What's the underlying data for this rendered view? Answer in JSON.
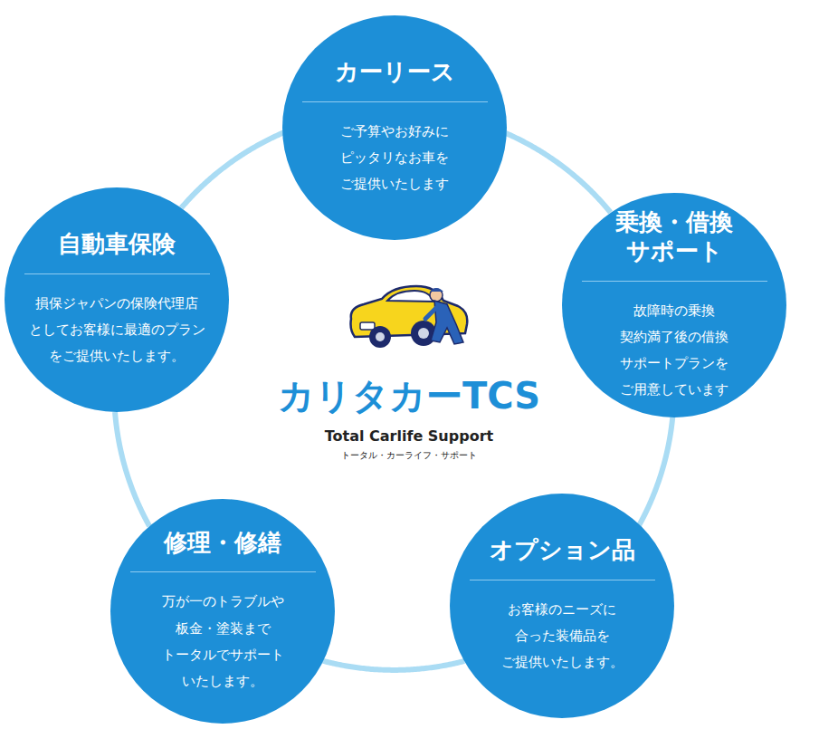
{
  "diagram": {
    "nodes": [
      {
        "text": [
          "カーリース",
          "ご予算やお好みに ピッタリなお車を ご提供いたします"
        ]
      },
      {
        "text": [
          "乗換・借換 サポート",
          "故障時の乗換 契約満了後の借換 サポートプランを ご用意しています"
        ]
      },
      {
        "text": [
          "オプション品",
          "お客様のニーズに 合った装備品を ご提供いたします。"
        ]
      },
      {
        "text": [
          "修理・修繕",
          "万が一のトラブルや 板金・塗装まで トータルでサポート いたします。"
        ]
      },
      {
        "text": [
          "自動車保険",
          "損保ジャパンの保険代理店 としてお客様に最適のプラン をご提供いたします。"
        ]
      }
    ],
    "edges": [
      {
        "from": 0,
        "to": 1,
        "arrow": "none"
      },
      {
        "from": 1,
        "to": 2,
        "arrow": "none"
      },
      {
        "from": 2,
        "to": 3,
        "arrow": "none"
      },
      {
        "from": 3,
        "to": 4,
        "arrow": "none"
      },
      {
        "from": 4,
        "to": 0,
        "arrow": "none"
      }
    ],
    "labels": [
      "カリタカーTCS",
      "Total Carlife Support",
      "トータル・カーライフ・サポート"
    ]
  }
}
